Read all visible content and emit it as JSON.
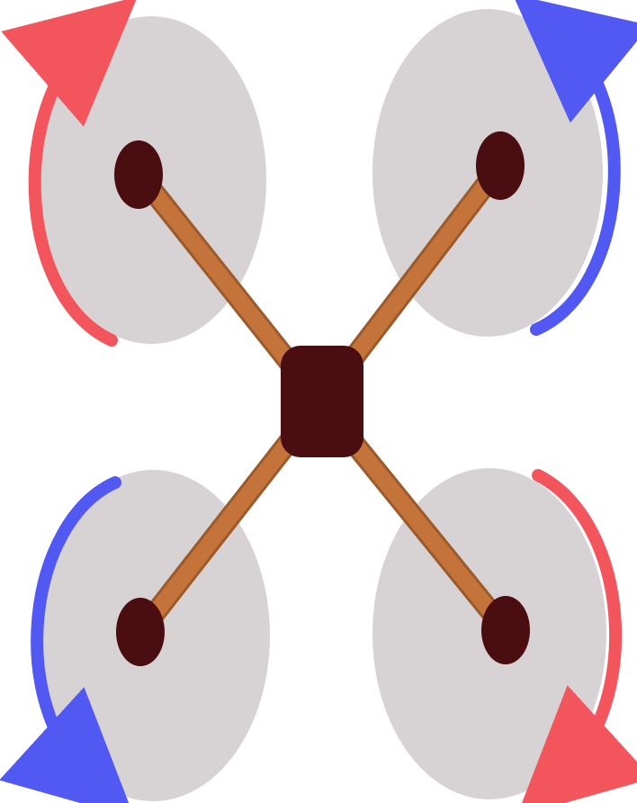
{
  "diagram": {
    "type": "quadcopter-rotor-rotation",
    "colors": {
      "background": "#ffffff",
      "rotor_disc": "#d7d3d4",
      "arm": "#c4743a",
      "arm_edge": "#9c5a2a",
      "hub": "#4a0d10",
      "motor": "#4a0d10",
      "rotation_red": "#f2555b",
      "rotation_blue": "#5259f2"
    },
    "rotors": [
      {
        "id": "front-left",
        "rotation": "clockwise",
        "arrow_color": "red"
      },
      {
        "id": "front-right",
        "rotation": "counterclockwise",
        "arrow_color": "blue"
      },
      {
        "id": "rear-left",
        "rotation": "counterclockwise",
        "arrow_color": "blue"
      },
      {
        "id": "rear-right",
        "rotation": "clockwise",
        "arrow_color": "red"
      }
    ],
    "icons": [
      "rotor-disc",
      "motor-hub",
      "rotation-arrow",
      "frame-body"
    ]
  }
}
